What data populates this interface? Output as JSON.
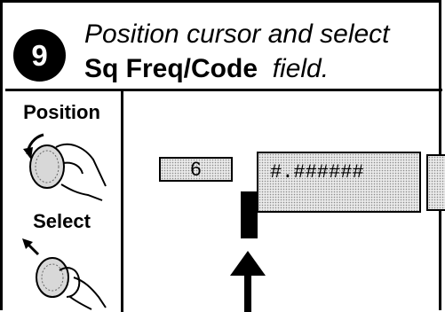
{
  "step": {
    "number": "9",
    "line1": "Position cursor and select",
    "field_name": "Sq Freq/Code",
    "field_suffix": "field."
  },
  "sidebar": {
    "position_label": "Position",
    "select_label": "Select",
    "position_icon": "rotate-knob-icon",
    "select_icon": "push-knob-icon"
  },
  "display": {
    "left_field_value": "6",
    "freq_field_value": "#.######"
  },
  "colors": {
    "field_fill": "#e9e9e9",
    "ink": "#000000"
  }
}
